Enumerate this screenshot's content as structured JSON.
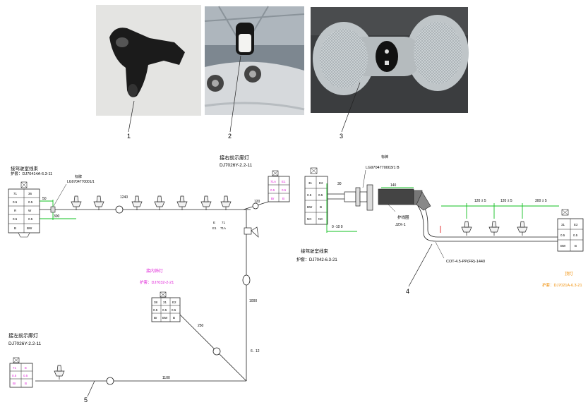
{
  "callouts": [
    "1",
    "2",
    "3",
    "4",
    "5"
  ],
  "top_left": {
    "title": "接驾驶室线束",
    "code": "护套：DJ70414A-6.3-11",
    "grid": [
      "71",
      "36",
      "0.5",
      "0.5",
      "R",
      "W",
      "0.5",
      "0.5",
      "B",
      "BW"
    ]
  },
  "tag_label": "标牌",
  "tag_code": "LG9704770001/1",
  "dim_50": "50",
  "dim_300": "300",
  "dim_1240": "1240",
  "dim_120": "120",
  "dim_1000": "1000",
  "dim_250": "250",
  "dim_1100": "1100",
  "dim_6_12": "6 . 12",
  "right_lamp": {
    "title": "接右前示廓灯",
    "code": "DJ7026Y-2.2-11",
    "grid": [
      "71A",
      "E1",
      "0.5",
      "0.5",
      "Br",
      "B"
    ],
    "side_labels": [
      "E",
      "71",
      "E1",
      "71A"
    ]
  },
  "interior_lamp": {
    "title": "接内饰灯",
    "code": "护套：DJ7032-2-21",
    "grid": [
      "38",
      "31",
      "E2",
      "0.5",
      "0.5",
      "0.5",
      "Br",
      "BW",
      "B"
    ]
  },
  "left_lamp": {
    "title": "接左前示廓灯",
    "code": "DJ7026Y-2.2-11",
    "grid": [
      "71",
      "E",
      "0.5",
      "0.5",
      "Br",
      "B"
    ]
  },
  "cab_harness": {
    "title": "接驾驶室线束",
    "code": "护套：DJ7042-6.3-21",
    "grid": [
      "31",
      "E2",
      "0.5",
      "0.5",
      "BW",
      "B",
      "NC",
      "NC"
    ]
  },
  "right_tag_label": "标牌",
  "right_tag_code": "LG9704770003/1 B",
  "dim_30": "30",
  "dim_140": "140",
  "sheath_label": "护线圈",
  "sheath_code": "JZX-1",
  "tube_label": "COT-4.5-PP(FR)-1440",
  "dim_offset": "0 -10 0",
  "spacing_dims": [
    "120 ± 5",
    "120 ± 5",
    "300 ± 5"
  ],
  "ceiling_lamp": {
    "title": "顶灯",
    "code": "护套：DJ7021A-6.3-21",
    "grid": [
      "31",
      "E2",
      "0.5",
      "0.5",
      "BW",
      "B"
    ]
  },
  "colors": {
    "accent_pink": "#e01fd8",
    "accent_orange": "#f08c00",
    "dim_green": "#11c021"
  }
}
